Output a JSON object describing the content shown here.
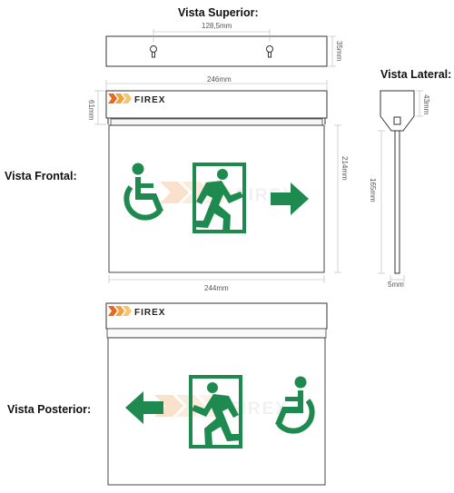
{
  "views": {
    "top": "Vista Superior:",
    "side": "Vista Lateral:",
    "front": "Vista Frontal:",
    "rear": "Vista Posterior:"
  },
  "dimensions": {
    "top_hole_spacing": "128,5mm",
    "top_depth": "35mm",
    "front_housing_width": "246mm",
    "front_housing_height": "61mm",
    "front_panel_height": "214mm",
    "front_panel_width": "244mm",
    "side_height": "165mm",
    "side_top": "43mm",
    "side_thickness": "5mm"
  },
  "brand": {
    "logo_text": "FIREX",
    "watermark": "FIREX",
    "chevron_colors": [
      "#e8681f",
      "#f1a23a",
      "#f7c56a"
    ]
  },
  "colors": {
    "sign_green": "#1f8a50",
    "outline": "#333333"
  },
  "icons": {
    "front": [
      "wheelchair-icon",
      "running-man-exit-icon",
      "arrow-right-icon"
    ],
    "rear": [
      "arrow-left-icon",
      "running-man-exit-icon",
      "wheelchair-icon"
    ]
  }
}
